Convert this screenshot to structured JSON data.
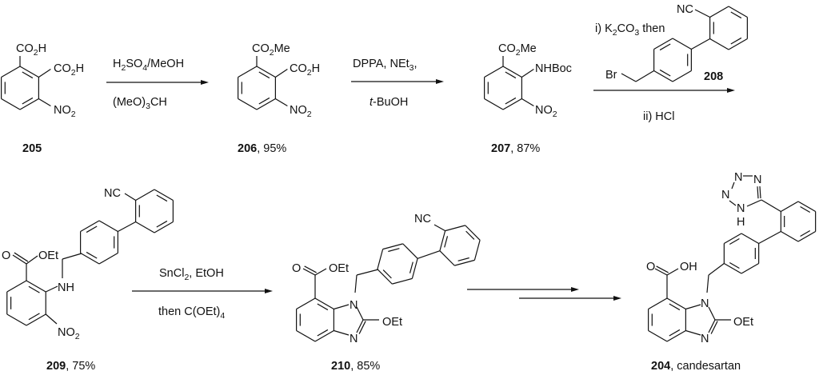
{
  "compounds": {
    "c205": {
      "number": "205",
      "suffix": ""
    },
    "c206": {
      "number": "206",
      "suffix": ", 95%"
    },
    "c207": {
      "number": "207",
      "suffix": ", 87%"
    },
    "c208": {
      "number": "208"
    },
    "c209": {
      "number": "209",
      "suffix": ", 75%"
    },
    "c210": {
      "number": "210",
      "suffix": ", 85%"
    },
    "c204": {
      "number": "204",
      "suffix": ", candesartan"
    }
  },
  "reagents": {
    "step1": {
      "above": "H2SO4/MeOH",
      "below": "(MeO)3CH"
    },
    "step2": {
      "above": "DPPA, NEt3,",
      "below": "t-BuOH"
    },
    "step3": {
      "above": "i) K2CO3 then",
      "below": "ii) HCl"
    },
    "step4": {
      "above": "SnCl2, EtOH",
      "below": "then C(OEt)4"
    }
  },
  "atoms": {
    "co2h": "CO2H",
    "co2me": "CO2Me",
    "no2": "NO2",
    "nhboc": "NHBoc",
    "nc": "NC",
    "br": "Br",
    "o": "O",
    "oet": "OEt",
    "nh": "NH",
    "n": "N",
    "oh": "OH",
    "h": "H"
  }
}
